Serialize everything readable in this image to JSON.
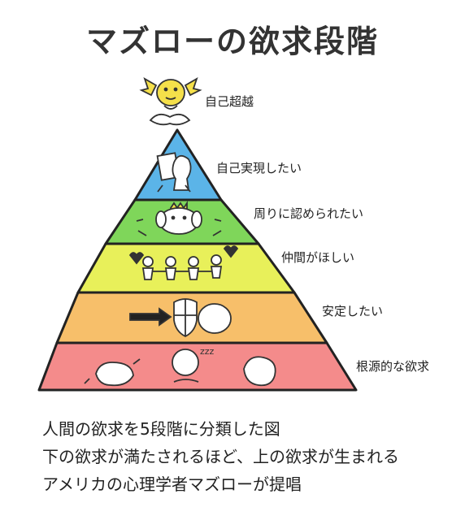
{
  "title": "マズローの欲求段階",
  "levels": [
    {
      "label": "自己超越",
      "color": "#ffffff"
    },
    {
      "label": "自己実現したい",
      "color": "#5bb4e8"
    },
    {
      "label": "周りに認められたい",
      "color": "#7fd65a"
    },
    {
      "label": "仲間がほしい",
      "color": "#e8f05a"
    },
    {
      "label": "安定したい",
      "color": "#f7bf6a"
    },
    {
      "label": "根源的な欲求",
      "color": "#f48b8b"
    }
  ],
  "notes": [
    "人間の欲求を5段階に分類した図",
    "下の欲求が満たされるほど、上の欲求が生まれる",
    "アメリカの心理学者マズローが提唱"
  ],
  "sleep_mark": "zzz"
}
